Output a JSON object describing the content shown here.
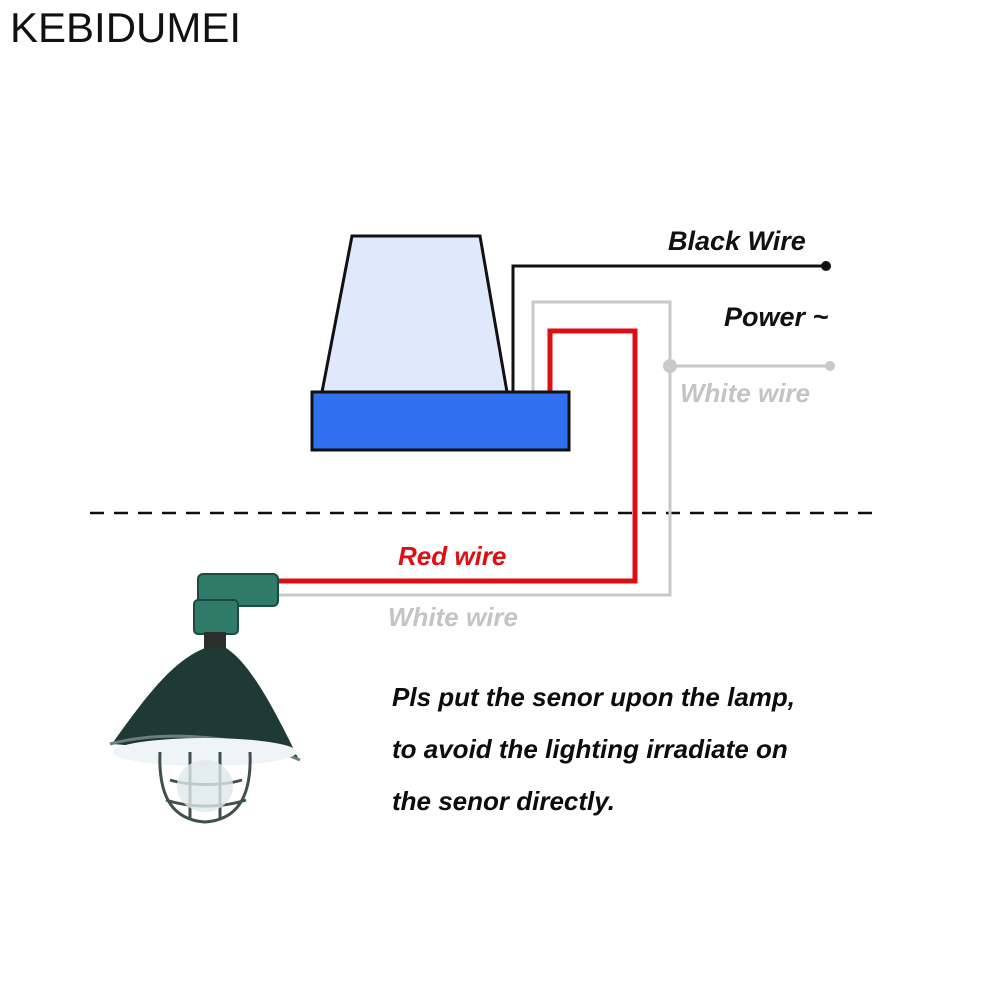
{
  "brand": {
    "name": "KEBIDUMEI"
  },
  "labels": {
    "black_wire": "Black Wire",
    "power": "Power ~",
    "white_wire_top": "White wire",
    "red_wire": "Red wire",
    "white_wire_bottom": "White wire"
  },
  "note": {
    "lines": [
      "Pls put the senor upon the lamp,",
      "to avoid the lighting  irradiate on",
      "the senor directly."
    ]
  },
  "colors": {
    "sensor_dome": "#dfe9fb",
    "sensor_base": "#2f6ff0",
    "black_wire": "#111111",
    "red_wire": "#dd0f12",
    "white_wire": "#c9c9c9",
    "lamp_shade": "#1f3a35",
    "lamp_holder": "#2f7a68"
  },
  "icons": [
    "photocell-sensor-icon",
    "street-lamp-icon"
  ]
}
